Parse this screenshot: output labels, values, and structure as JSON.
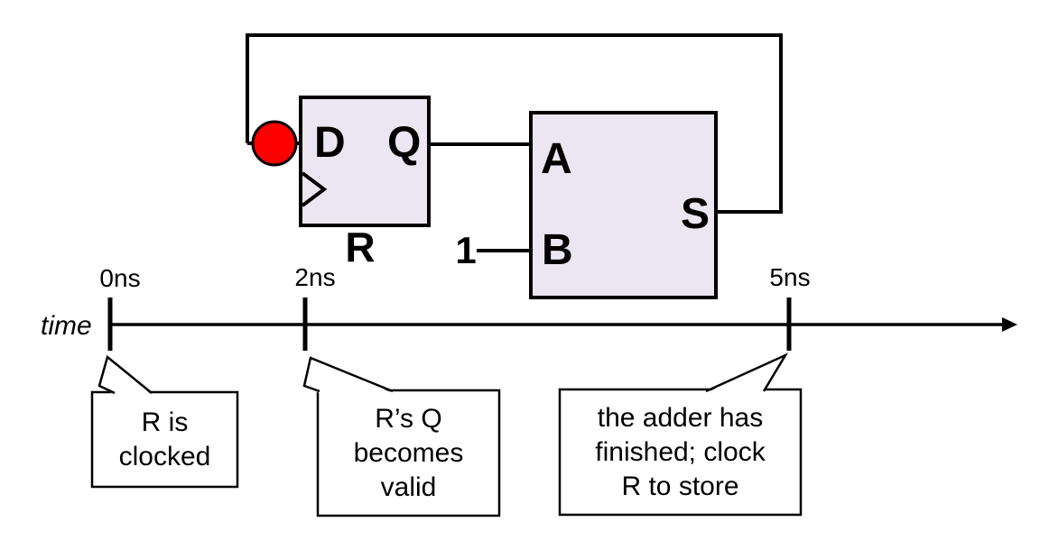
{
  "circuit": {
    "register": {
      "d_label": "D",
      "q_label": "Q",
      "name": "R"
    },
    "adder": {
      "a_label": "A",
      "b_label": "B",
      "s_label": "S"
    },
    "constant_input": "1",
    "colors": {
      "block_fill": "#ECE6F2",
      "block_stroke": "#000000",
      "wire": "#000000",
      "clock_marker": "#FF0000"
    }
  },
  "timeline": {
    "axis_label": "time",
    "events": [
      {
        "time": "0ns",
        "note": "R is\nclocked"
      },
      {
        "time": "2ns",
        "note": "R’s Q\nbecomes\nvalid"
      },
      {
        "time": "5ns",
        "note": "the adder has\nfinished; clock\nR to store"
      }
    ]
  }
}
